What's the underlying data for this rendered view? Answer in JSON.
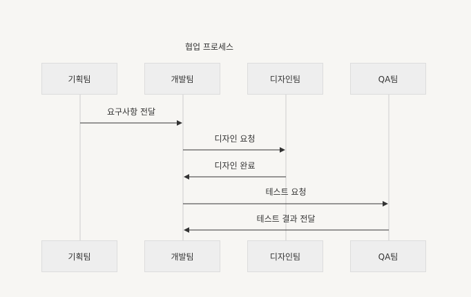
{
  "diagram": {
    "title": "협업 프로세스",
    "actors": [
      "기획팀",
      "개발팀",
      "디자인팀",
      "QA팀"
    ],
    "messages": [
      {
        "from": 0,
        "to": 1,
        "label": "요구사항 전달"
      },
      {
        "from": 1,
        "to": 2,
        "label": "디자인 요청"
      },
      {
        "from": 2,
        "to": 1,
        "label": "디자인 완료"
      },
      {
        "from": 1,
        "to": 3,
        "label": "테스트 요청"
      },
      {
        "from": 3,
        "to": 1,
        "label": "테스트 결과 전달"
      }
    ],
    "colors": {
      "background": "#f7f6f3",
      "actor_fill": "#eeeeee",
      "actor_border": "#dcdcdc",
      "lifeline": "#cccccc",
      "arrow": "#333333"
    }
  }
}
